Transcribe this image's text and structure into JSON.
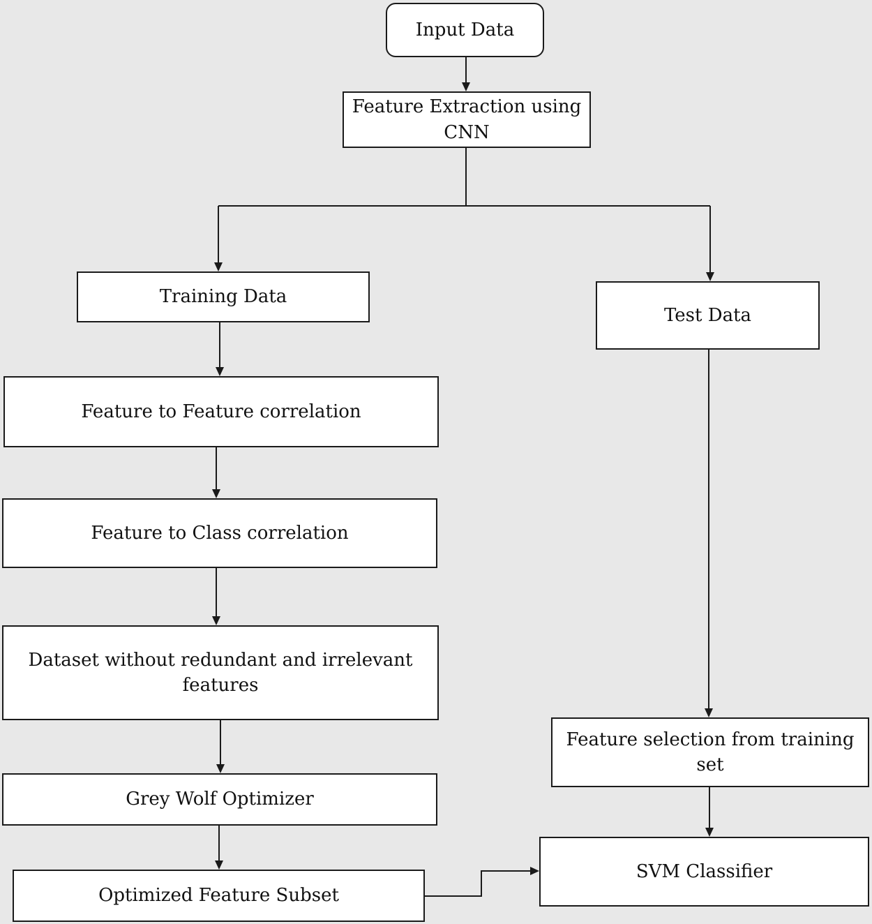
{
  "nodes": {
    "input_data": "Input Data",
    "feature_extraction": [
      "Feature Extraction using",
      "CNN"
    ],
    "training_data": "Training Data",
    "test_data": "Test Data",
    "feature_feature": "Feature to Feature correlation",
    "feature_class": "Feature to Class correlation",
    "dataset_clean": [
      "Dataset without redundant and irrelevant",
      "features"
    ],
    "grey_wolf": "Grey Wolf Optimizer",
    "optimized_subset": "Optimized Feature Subset",
    "feature_selection": "Feature selection from training set",
    "svm": "SVM Classifier"
  },
  "edges": [
    {
      "from": "input_data",
      "to": "feature_extraction"
    },
    {
      "from": "feature_extraction",
      "to": "training_data"
    },
    {
      "from": "feature_extraction",
      "to": "test_data"
    },
    {
      "from": "training_data",
      "to": "feature_feature"
    },
    {
      "from": "feature_feature",
      "to": "feature_class"
    },
    {
      "from": "feature_class",
      "to": "dataset_clean"
    },
    {
      "from": "dataset_clean",
      "to": "grey_wolf"
    },
    {
      "from": "grey_wolf",
      "to": "optimized_subset"
    },
    {
      "from": "test_data",
      "to": "feature_selection"
    },
    {
      "from": "feature_selection",
      "to": "svm"
    },
    {
      "from": "optimized_subset",
      "to": "svm"
    }
  ]
}
